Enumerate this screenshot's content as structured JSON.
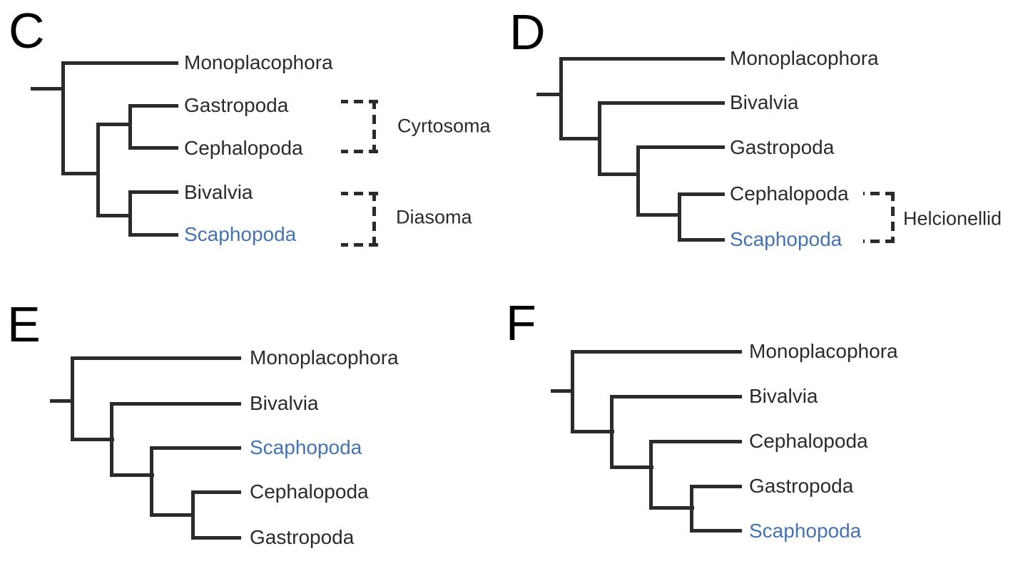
{
  "figure": {
    "type": "phylogenetic-cladograms",
    "highlighted_taxon": "Scaphopoda"
  },
  "colors": {
    "line": "#2b2b2b",
    "text": "#2b2b2b",
    "highlight": "#4473b5",
    "background": "#ffffff"
  },
  "panels": {
    "C": {
      "letter": "C",
      "taxa": [
        {
          "name": "Monoplacophora",
          "highlighted": false
        },
        {
          "name": "Gastropoda",
          "highlighted": false
        },
        {
          "name": "Cephalopoda",
          "highlighted": false
        },
        {
          "name": "Bivalvia",
          "highlighted": false
        },
        {
          "name": "Scaphopoda",
          "highlighted": true
        }
      ],
      "clades": [
        {
          "label": "Cyrtosoma",
          "members": [
            "Gastropoda",
            "Cephalopoda"
          ]
        },
        {
          "label": "Diasoma",
          "members": [
            "Bivalvia",
            "Scaphopoda"
          ]
        }
      ],
      "topology": "(Monoplacophora,((Gastropoda,Cephalopoda),(Bivalvia,Scaphopoda)))"
    },
    "D": {
      "letter": "D",
      "taxa": [
        {
          "name": "Monoplacophora",
          "highlighted": false
        },
        {
          "name": "Bivalvia",
          "highlighted": false
        },
        {
          "name": "Gastropoda",
          "highlighted": false
        },
        {
          "name": "Cephalopoda",
          "highlighted": false
        },
        {
          "name": "Scaphopoda",
          "highlighted": true
        }
      ],
      "clades": [
        {
          "label": "Helcionellid",
          "members": [
            "Cephalopoda",
            "Scaphopoda"
          ]
        }
      ],
      "topology": "(Monoplacophora,(Bivalvia,(Gastropoda,(Cephalopoda,Scaphopoda))))"
    },
    "E": {
      "letter": "E",
      "taxa": [
        {
          "name": "Monoplacophora",
          "highlighted": false
        },
        {
          "name": "Bivalvia",
          "highlighted": false
        },
        {
          "name": "Scaphopoda",
          "highlighted": true
        },
        {
          "name": "Cephalopoda",
          "highlighted": false
        },
        {
          "name": "Gastropoda",
          "highlighted": false
        }
      ],
      "clades": [],
      "topology": "(Monoplacophora,(Bivalvia,(Scaphopoda,(Cephalopoda,Gastropoda))))"
    },
    "F": {
      "letter": "F",
      "taxa": [
        {
          "name": "Monoplacophora",
          "highlighted": false
        },
        {
          "name": "Bivalvia",
          "highlighted": false
        },
        {
          "name": "Cephalopoda",
          "highlighted": false
        },
        {
          "name": "Gastropoda",
          "highlighted": false
        },
        {
          "name": "Scaphopoda",
          "highlighted": true
        }
      ],
      "clades": [],
      "topology": "(Monoplacophora,(Bivalvia,(Cephalopoda,(Gastropoda,Scaphopoda))))"
    }
  }
}
